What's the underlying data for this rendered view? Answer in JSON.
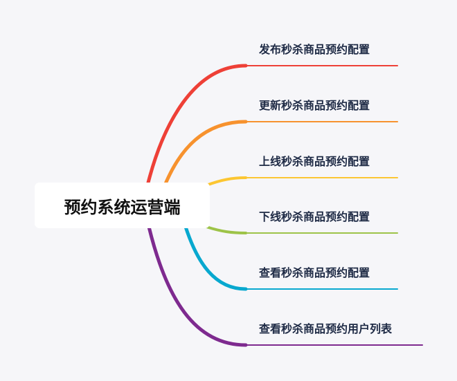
{
  "root": {
    "label": "预约系统运营端"
  },
  "branches": [
    {
      "label": "发布秒杀商品预约配置",
      "color": "#ee4037"
    },
    {
      "label": "更新秒杀商品预约配置",
      "color": "#f7922e"
    },
    {
      "label": "上线秒杀商品预约配置",
      "color": "#fcc632"
    },
    {
      "label": "下线秒杀商品预约配置",
      "color": "#9dc348"
    },
    {
      "label": "查看秒杀商品预约配置",
      "color": "#08a8cf"
    },
    {
      "label": "查看秒杀商品预约用户列表",
      "color": "#7e2a8f"
    }
  ]
}
